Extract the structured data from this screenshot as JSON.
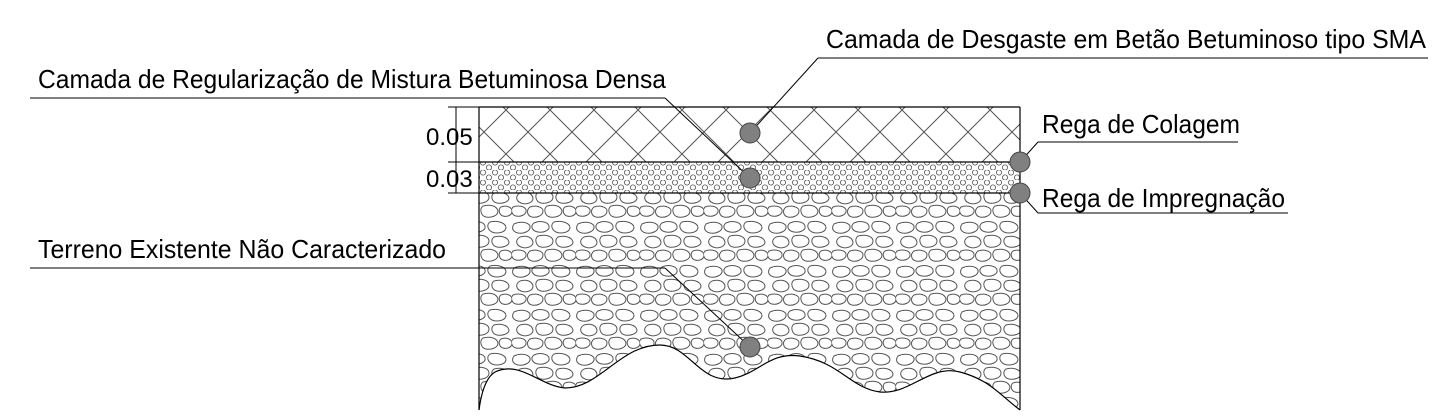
{
  "labels": {
    "wearing_course": "Camada de Desgaste em Betão Betuminoso tipo SMA",
    "regulating_course": "Camada de Regularização de Mistura Betuminosa Densa",
    "tack_coat": "Rega de Colagem",
    "prime_coat": "Rega de Impregnação",
    "existing_ground": "Terreno Existente Não Caracterizado"
  },
  "dimensions": {
    "wearing_thickness": "0.05",
    "regulating_thickness": "0.03"
  },
  "colors": {
    "line": "#000000",
    "marker": "#808080",
    "marker_outline": "#444444",
    "hatch": "#555555"
  }
}
